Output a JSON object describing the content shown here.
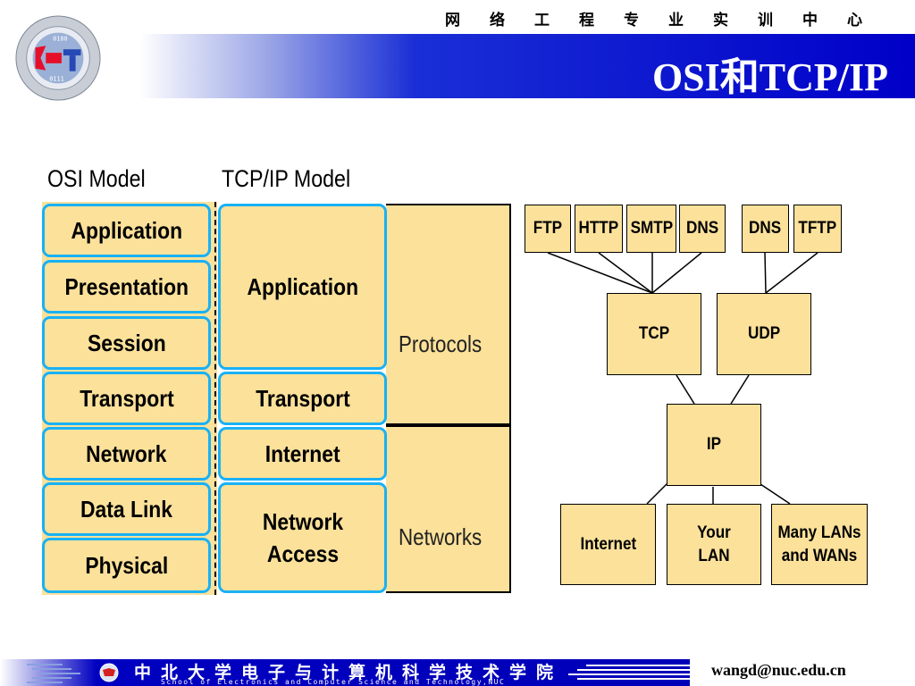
{
  "header": {
    "center_title": "网络工程专业实训中心",
    "slide_title": "OSI和TCP/IP"
  },
  "diagram": {
    "osi_heading": "OSI Model",
    "tcpip_heading": "TCP/IP Model",
    "osi_layers": [
      "Application",
      "Presentation",
      "Session",
      "Transport",
      "Network",
      "Data Link",
      "Physical"
    ],
    "tcpip_layers": [
      "Application",
      "Transport",
      "Internet",
      "Network Access"
    ],
    "groups": [
      "Protocols",
      "Networks"
    ],
    "protocol_tree": {
      "application": [
        "FTP",
        "HTTP",
        "SMTP",
        "DNS",
        "DNS",
        "TFTP"
      ],
      "transport": [
        "TCP",
        "UDP"
      ],
      "internet": "IP",
      "networks": [
        "Internet",
        "Your LAN",
        "Many LANs and WANs"
      ]
    }
  },
  "footer": {
    "cn_text": "中北大学电子与计算机科学技术学院",
    "en_text": "School of Electronics and Computer Science and Technology,NUC",
    "email": "wangd@nuc.edu.cn",
    "accent_color": "#0000c0"
  },
  "colors": {
    "cell_fill": "#fbe19a",
    "cell_border": "#19b1f5",
    "title_text": "#ffffff"
  }
}
